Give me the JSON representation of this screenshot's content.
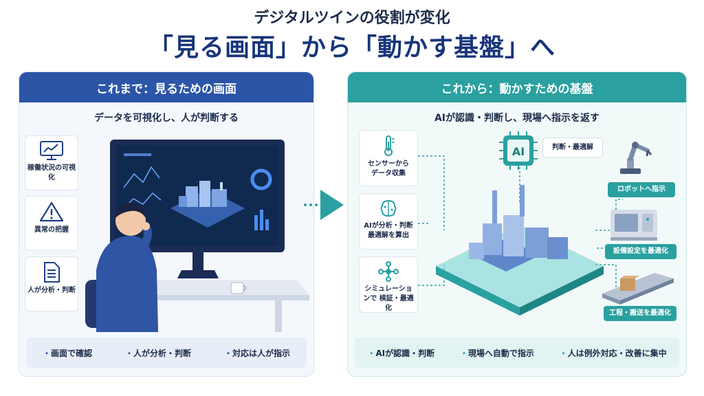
{
  "header": {
    "subtitle": "デジタルツインの役割が変化",
    "title": "「見る画面」から「動かす基盤」へ"
  },
  "left_panel": {
    "heading": "これまで：見るための画面",
    "lead": "データを可視化し、人が判断する",
    "cards": [
      {
        "label": "稼働状況の可視化",
        "icon": "chart-monitor-icon"
      },
      {
        "label": "異常の把握",
        "icon": "warning-icon"
      },
      {
        "label": "人が分析・判断",
        "icon": "document-icon"
      }
    ],
    "footer": [
      "画面で確認",
      "人が分析・判断",
      "対応は人が指示"
    ]
  },
  "right_panel": {
    "heading": "これから：動かすための基盤",
    "lead": "AIが認識・判断し、現場へ指示を返す",
    "cards": [
      {
        "label": "センサーから データ収集",
        "icon": "thermometer-icon"
      },
      {
        "label": "AIが分析・判断 最適解を算出",
        "icon": "brain-icon"
      },
      {
        "label": "シミュレーションで 検証・最適化",
        "icon": "network-icon"
      }
    ],
    "ai_chip": "AI",
    "ai_bubble": "判断・最適解",
    "outputs": [
      "ロボットへ指示",
      "設備設定を最適化",
      "工程・搬送を最適化"
    ],
    "footer": [
      "AIが認識・判断",
      "現場へ自動で指示",
      "人は例外対応・改善に集中"
    ]
  },
  "colors": {
    "left_accent": "#2c55a8",
    "right_accent": "#2aa0a0",
    "title": "#17357a"
  }
}
